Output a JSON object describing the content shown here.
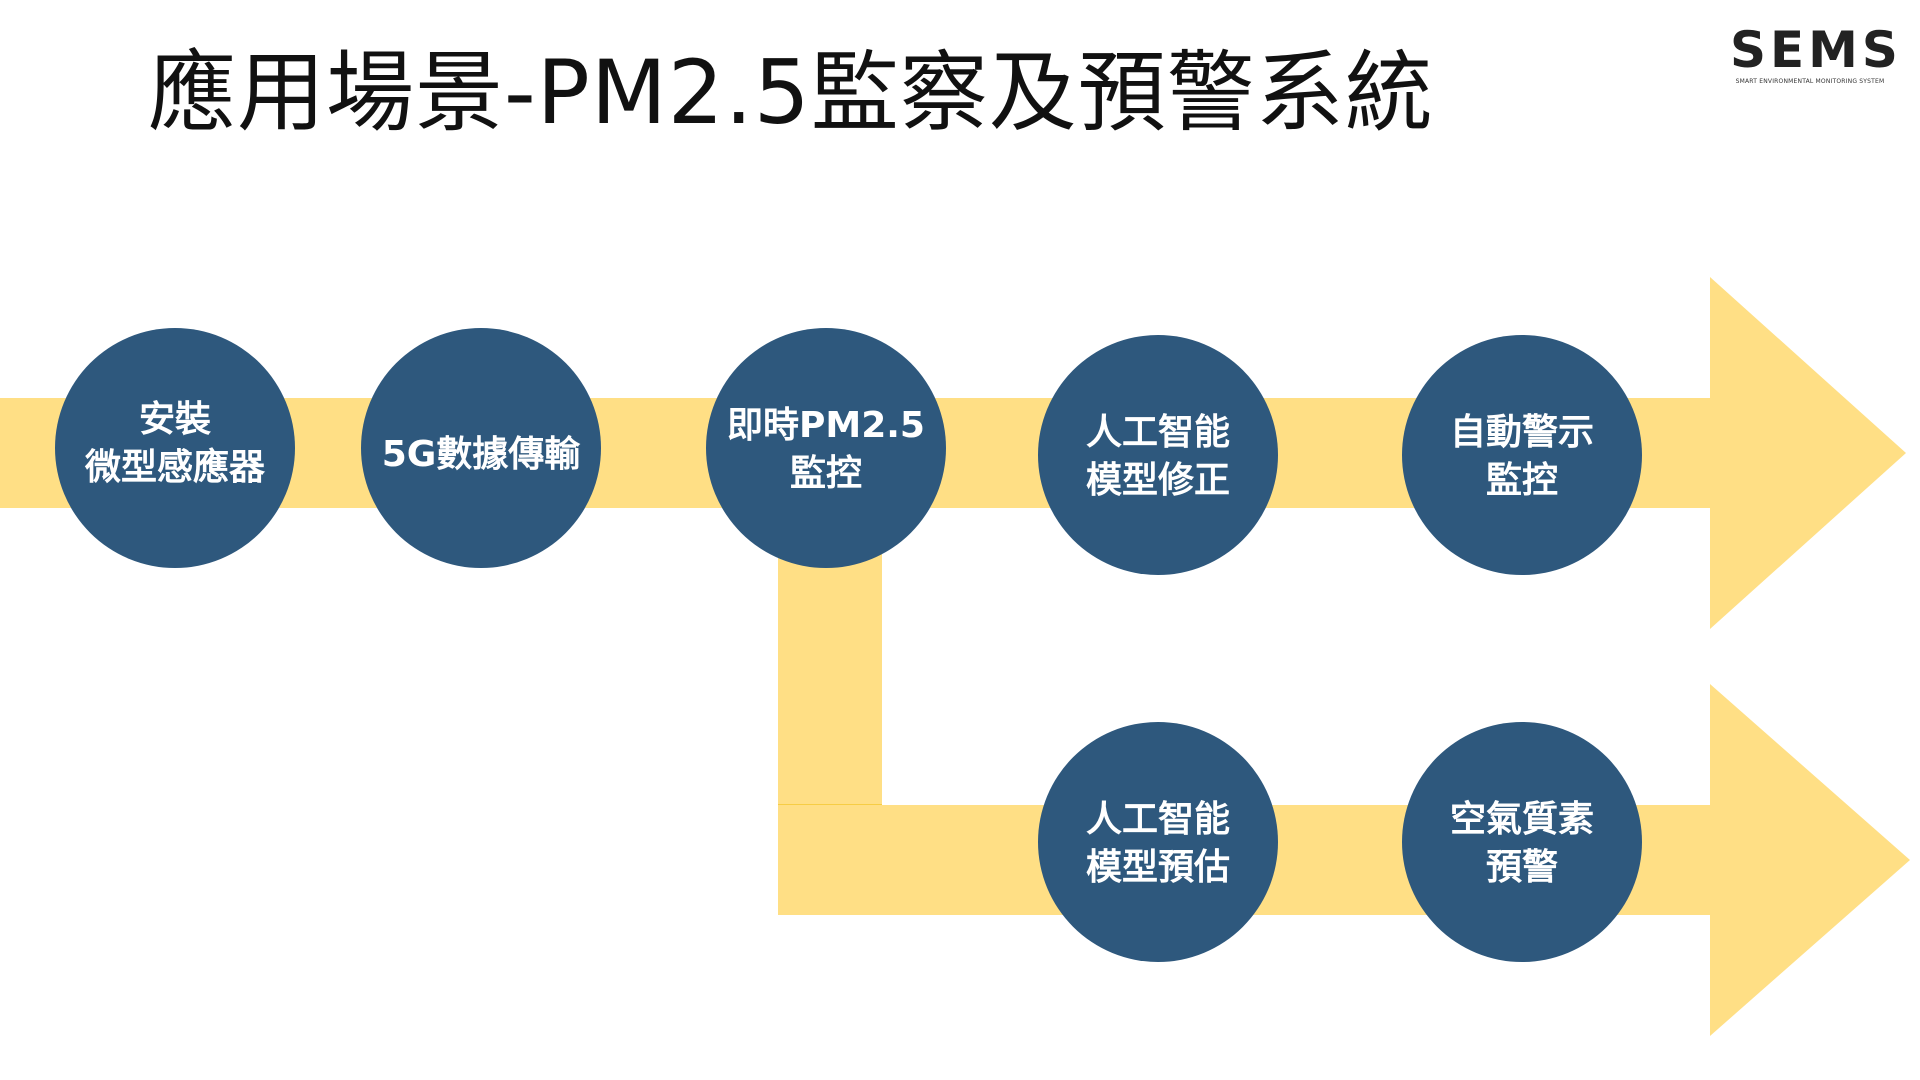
{
  "title": "應用場景-PM2.5監察及預警系統",
  "logo": {
    "wordmark": "SEMS",
    "tagline": "SMART ENVIRONMENTAL MONITORING SYSTEM"
  },
  "colors": {
    "band": "#FFDF85",
    "band_seam": "#F7CD45",
    "node": "#2E587D",
    "node_text": "#FFFFFF",
    "title": "#111111"
  },
  "nodes": [
    {
      "id": "install-sensors",
      "lines": [
        "安裝",
        "微型感應器"
      ]
    },
    {
      "id": "5g-transmission",
      "lines": [
        "5G數據傳輸"
      ]
    },
    {
      "id": "realtime-monitoring",
      "lines": [
        "即時PM2.5",
        "監控"
      ]
    },
    {
      "id": "ai-model-correction",
      "lines": [
        "人工智能",
        "模型修正"
      ]
    },
    {
      "id": "auto-alert-monitoring",
      "lines": [
        "自動警示",
        "監控"
      ]
    },
    {
      "id": "ai-model-forecast",
      "lines": [
        "人工智能",
        "模型預估"
      ]
    },
    {
      "id": "air-quality-warning",
      "lines": [
        "空氣質素",
        "預警"
      ]
    }
  ]
}
